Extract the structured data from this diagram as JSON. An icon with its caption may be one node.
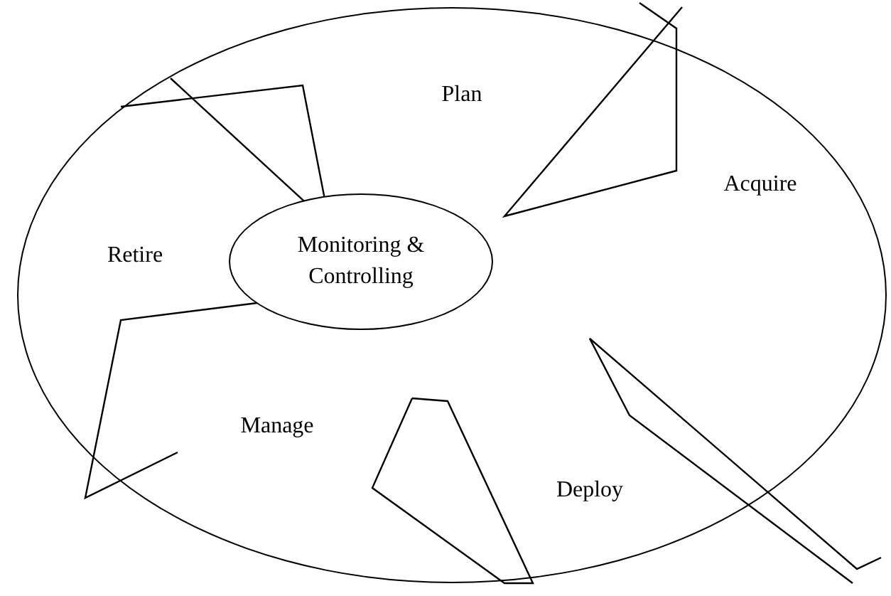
{
  "diagram": {
    "nodes": [
      {
        "text": [],
        "shape": "circle"
      },
      {
        "text": [
          "Monitoring & Controlling"
        ],
        "in": 0
      }
    ],
    "labels": [
      "Plan",
      "Acquire",
      "Retire",
      "Manage",
      "Deploy"
    ]
  }
}
